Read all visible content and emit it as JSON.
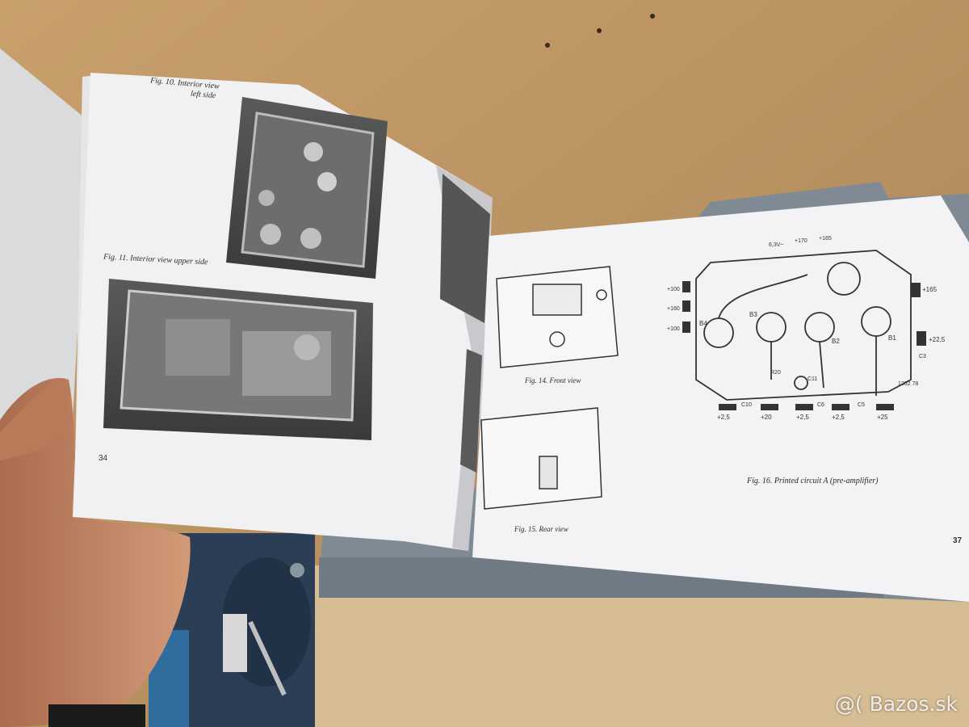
{
  "photo": {
    "subject": "Opened service manual booklet held by a hand above a workbench"
  },
  "left_page": {
    "fig10_caption": "Fig. 10. Interior view",
    "fig10_caption_line2": "left side",
    "fig11_caption": "Fig. 11. Interior view upper side",
    "page_number": "34"
  },
  "middle_page": {
    "fig14_caption": "Fig. 14. Front view",
    "fig15_caption": "Fig. 15. Rear view"
  },
  "right_page": {
    "fig16_caption": "Fig. 16. Printed circuit A (pre-amplifier)",
    "page_number": "37",
    "circuit_labels": {
      "top_voltages": [
        "6,3V~",
        "+170",
        "+165"
      ],
      "left_voltages": [
        "+100",
        "+160",
        "+100"
      ],
      "right_voltages": [
        "+165",
        "+22,5"
      ],
      "bottom_voltages": [
        "+2,5",
        "+20",
        "+2,5",
        "+2,5",
        "+25"
      ],
      "components": [
        "C10",
        "C6",
        "C5",
        "C3",
        "C11",
        "B1",
        "B2",
        "B3",
        "B4",
        "R20"
      ],
      "part_number": "1262 78"
    }
  },
  "watermark": {
    "text": "@( Bazos.sk"
  },
  "colors": {
    "desk": "#b8956a",
    "paper": "#f1f0f2",
    "hand": "#c48a68",
    "vise": "#2c3e56"
  }
}
